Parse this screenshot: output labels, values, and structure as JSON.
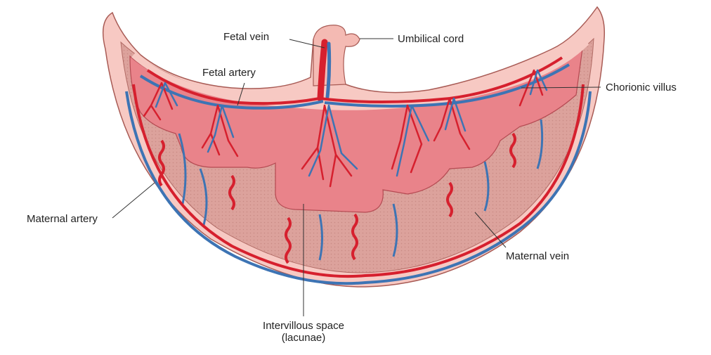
{
  "labels": {
    "fetal_vein": "Fetal vein",
    "umbilical_cord": "Umbilical cord",
    "fetal_artery": "Fetal artery",
    "chorionic_villus": "Chorionic villus",
    "maternal_artery": "Maternal artery",
    "maternal_vein": "Maternal vein",
    "intervillous_space_line1": "Intervillous space",
    "intervillous_space_line2": "(lacunae)"
  },
  "colors": {
    "outer_wall": "#f7c9c3",
    "wall_outline": "#a85b55",
    "decidua": "#d99a93",
    "villus_tissue": "#e9838a",
    "artery": "#d6202e",
    "vein": "#3d74b4",
    "leader_line": "#333333"
  }
}
